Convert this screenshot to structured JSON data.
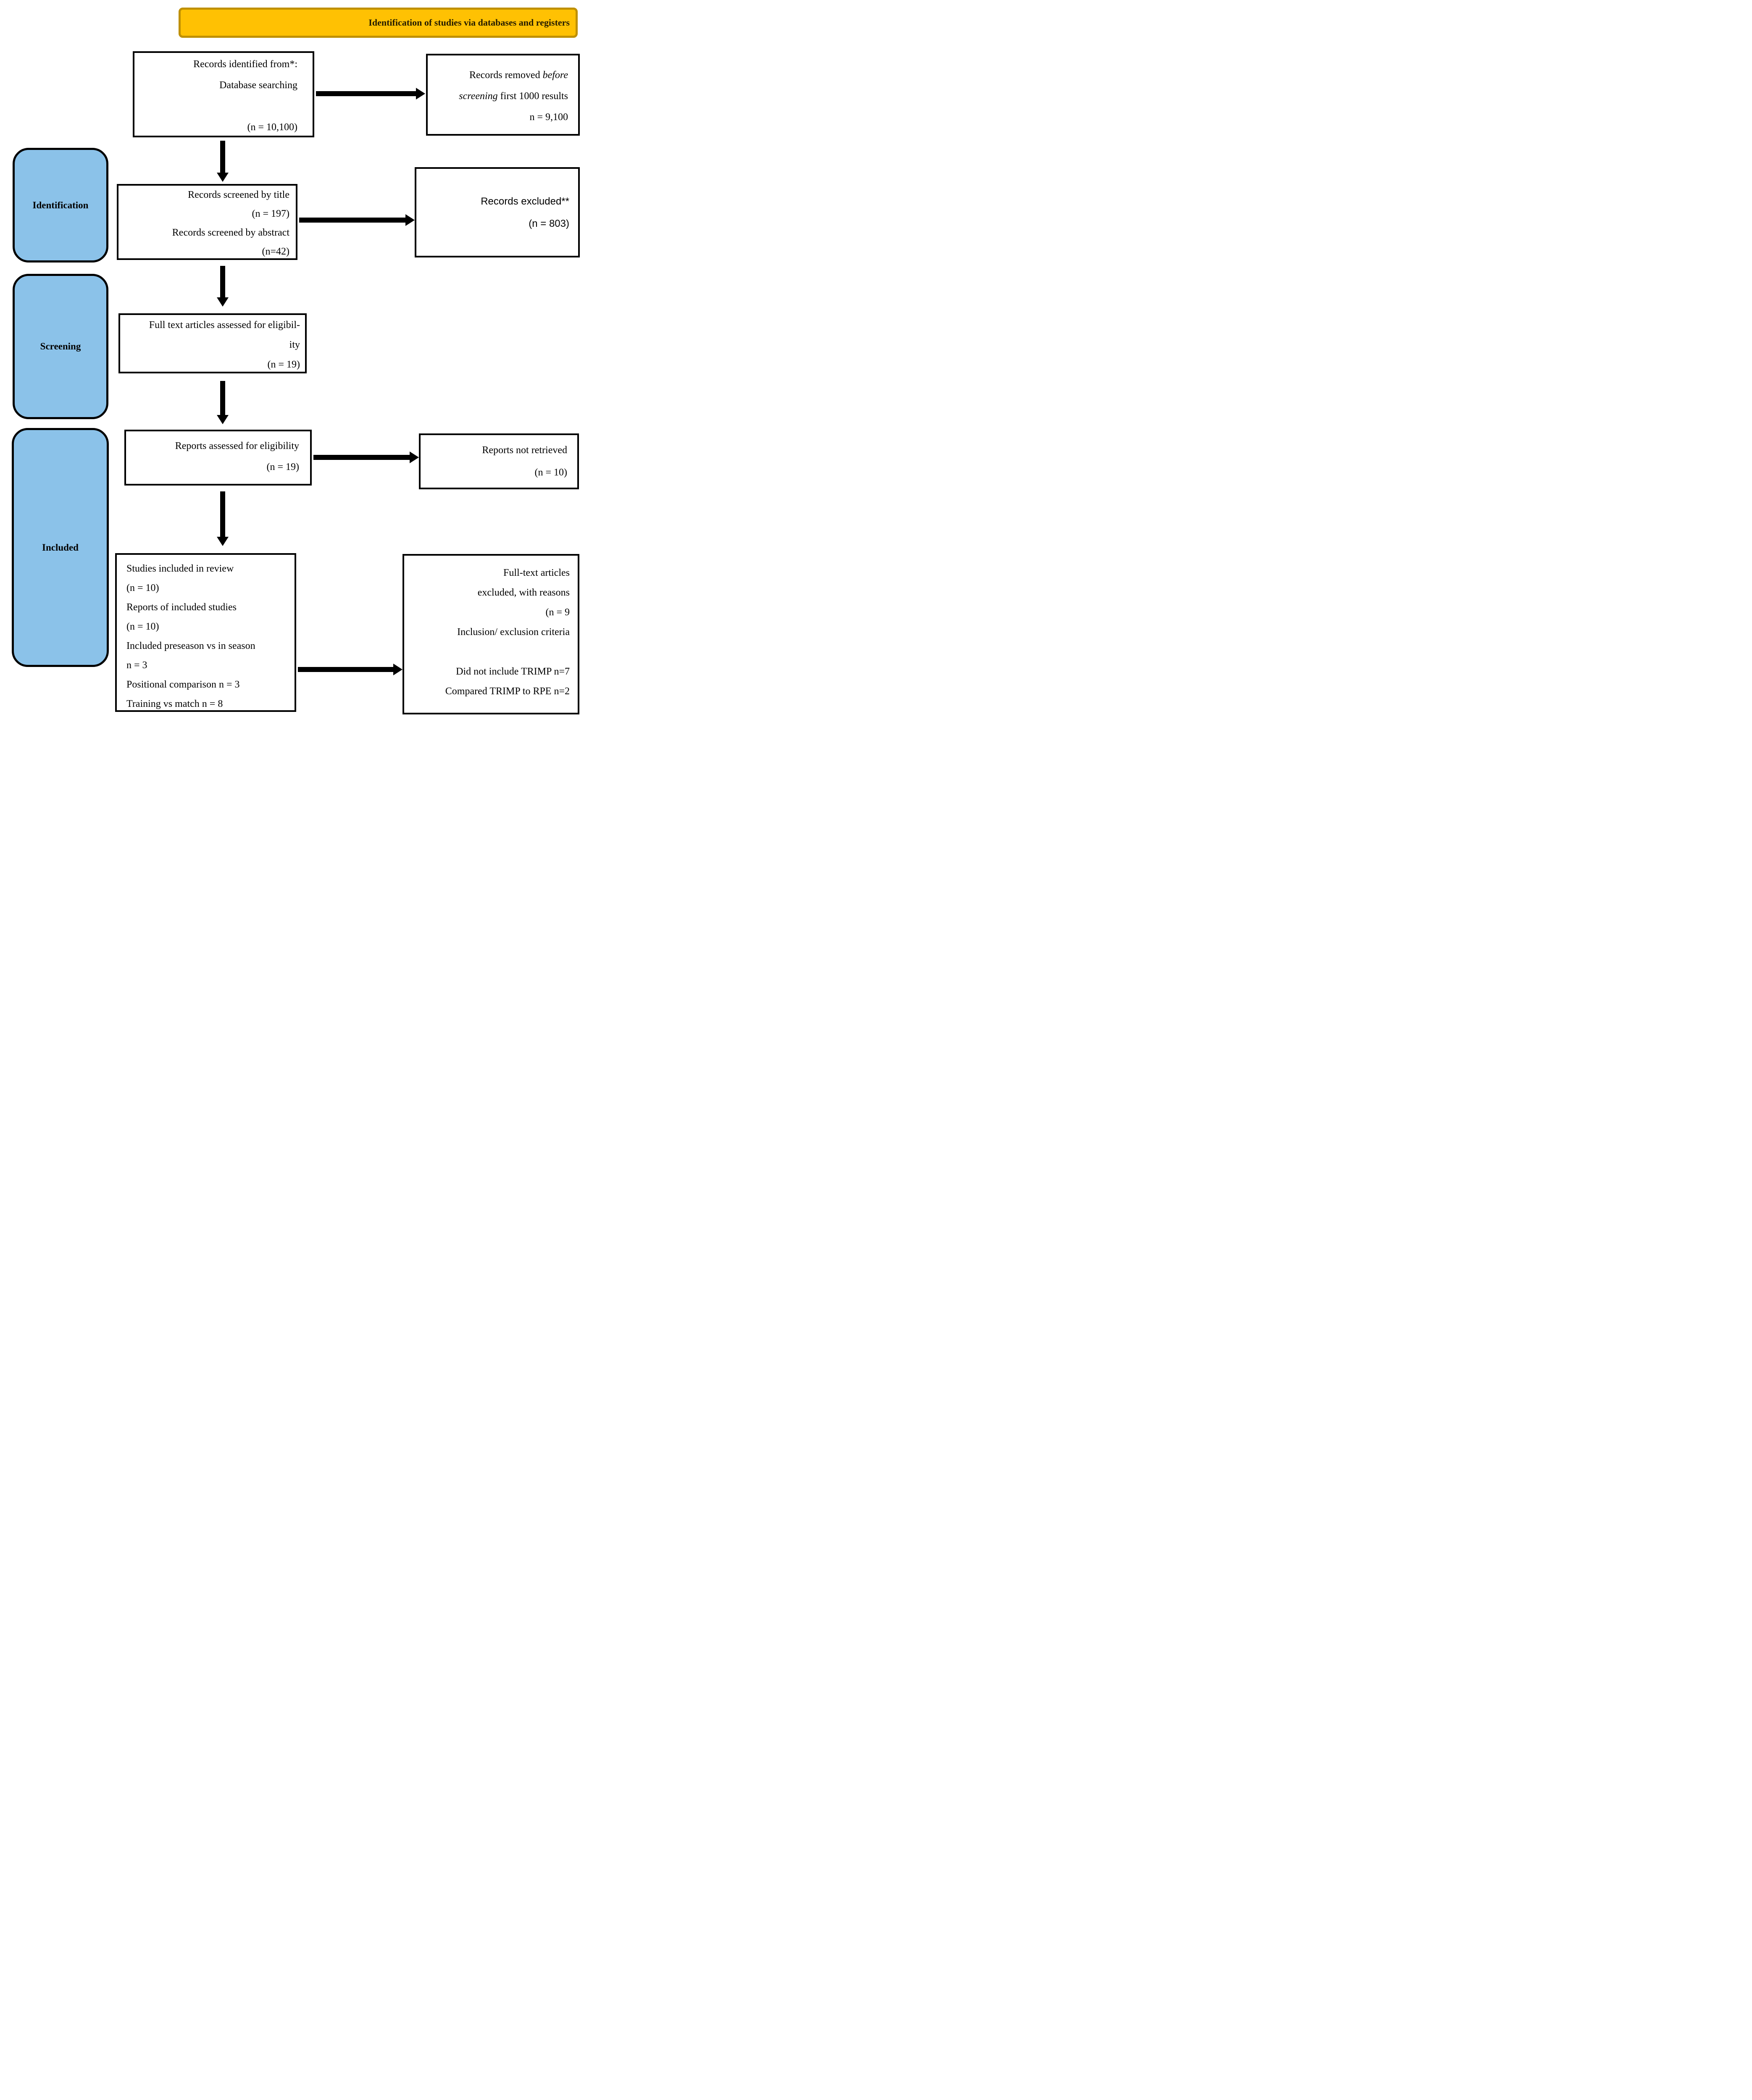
{
  "banner": {
    "label": "Identification of studies via databases and registers"
  },
  "colors": {
    "banner_bg": "#FFC103",
    "banner_border": "#BF9000",
    "stage_bg": "#8BC2E9",
    "box_border": "#000000",
    "background": "#FFFFFF"
  },
  "stages": [
    {
      "label": "Identification"
    },
    {
      "label": "Screening"
    },
    {
      "label": "Included"
    }
  ],
  "boxes": {
    "records_identified": {
      "lines": [
        "Records identified from*:",
        "Database searching",
        "",
        "(n = 10,100)"
      ]
    },
    "records_removed": {
      "line1_normal": "Records removed ",
      "line1_italic": "before",
      "line2_italic": "screening",
      "line2_normal": " first 1000 results",
      "line3": "n = 9,100"
    },
    "records_screened": {
      "lines": [
        "Records screened by title",
        "(n = 197)",
        "Records screened by abstract",
        "(n=42)"
      ]
    },
    "records_excluded": {
      "lines": [
        "Records excluded**",
        "(n = 803)"
      ]
    },
    "full_text_assessed": {
      "lines": [
        "Full text articles assessed for eligibil-",
        "ity",
        "(n = 19)"
      ]
    },
    "reports_assessed": {
      "lines": [
        "Reports assessed for eligibility",
        "(n = 19)"
      ]
    },
    "reports_not_retrieved": {
      "lines": [
        "Reports not retrieved",
        "(n = 10)"
      ]
    },
    "studies_included": {
      "lines": [
        "Studies included in review",
        "(n = 10)",
        "Reports of included studies",
        "(n = 10)",
        "Included preseason vs in season",
        "n = 3",
        "Positional comparison n = 3",
        "Training vs match n = 8"
      ]
    },
    "fulltext_excluded": {
      "lines": [
        "Full-text articles",
        "excluded, with reasons",
        "(n = 9",
        "Inclusion/ exclusion criteria",
        "",
        "Did not include TRIMP  n=7",
        "Compared TRIMP to RPE n=2"
      ]
    }
  }
}
